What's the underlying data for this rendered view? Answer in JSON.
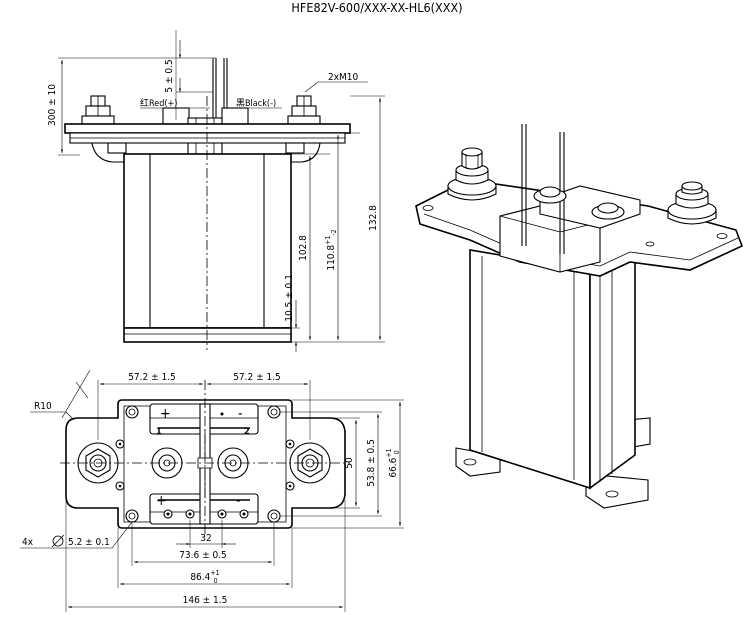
{
  "title": "HFE82V-600/XXX-XX-HL6(XXX)",
  "front_view": {
    "dim_wire_length": "300 ± 10",
    "dim_wire_tip": "5 ± 0.5",
    "label_red": "红Red(+)",
    "label_black": "黑Black(-)",
    "dim_thread": "2xM10",
    "dim_total_height": "132.8",
    "dim_body_height": "102.8",
    "dim_mount_height": "110.8",
    "dim_mount_tol_upper": "+1",
    "dim_mount_tol_lower": "-2",
    "dim_base_height": "10.5 ± 0.1"
  },
  "bottom_view": {
    "dim_left_pitch": "57.2 ± 1.5",
    "dim_right_pitch": "57.2 ± 1.5",
    "dim_radius": "R10",
    "dim_hole": "4x",
    "dim_hole_dia": "5.2 ± 0.1",
    "dim_inner": "32",
    "dim_hole_pitch": "73.6 ± 0.5",
    "dim_body_width": "86.4",
    "dim_body_width_tol_upper": "+1",
    "dim_body_width_tol_lower": "0",
    "dim_total_width": "146 ± 1.5",
    "dim_v1": "50",
    "dim_v2": "53.8 ± 0.5",
    "dim_v3": "66.6",
    "dim_v3_tol_upper": "+1",
    "dim_v3_tol_lower": "0",
    "mark_plus_top": "+",
    "mark_minus_top": "-",
    "mark_1": "1",
    "mark_2": "2",
    "mark_plus_bottom": "+",
    "mark_minus_bottom": "-"
  }
}
